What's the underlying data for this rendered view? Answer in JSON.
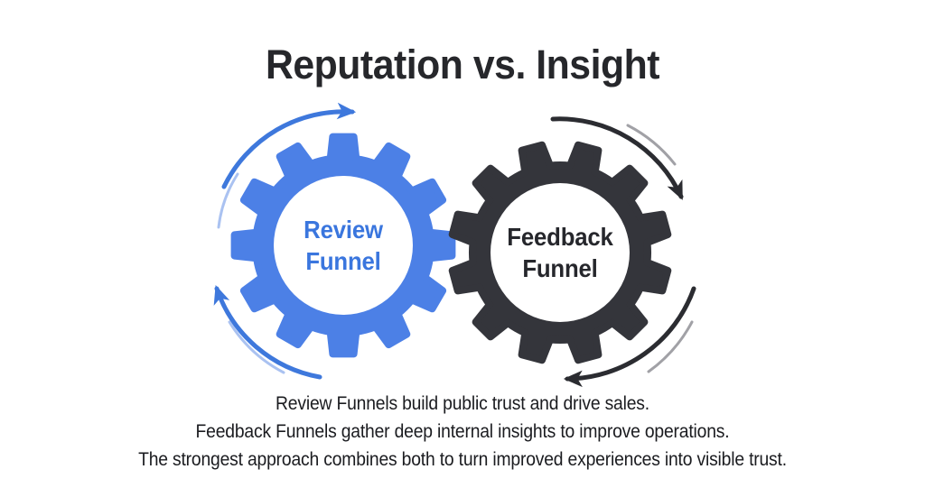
{
  "title": {
    "text": "Reputation vs. Insight"
  },
  "gears": {
    "review": {
      "label": "Review Funnel",
      "gear_color": "#4C80E6",
      "label_color": "#3A76DE",
      "arrow_color": "#3E78DC",
      "faint_arc_color": "#9BB7EE",
      "rotation": "clockwise"
    },
    "feedback": {
      "label": "Feedback Funnel",
      "gear_color": "#34353B",
      "label_color": "#26272C",
      "arrow_color": "#2B2C31",
      "faint_arc_color": "#97979C",
      "rotation": "clockwise"
    }
  },
  "caption": {
    "lines": [
      "Review Funnels build public trust and drive sales.",
      "Feedback Funnels gather deep internal insights to improve operations.",
      "The strongest approach combines both to turn improved experiences into visible trust."
    ]
  },
  "icons": {
    "review": "gear-icon",
    "feedback": "gear-icon",
    "rotation": "curved-arrow-icon"
  },
  "colors": {
    "background": "#FFFFFF",
    "title_text": "#26272B",
    "caption_text": "#1B1C20"
  }
}
